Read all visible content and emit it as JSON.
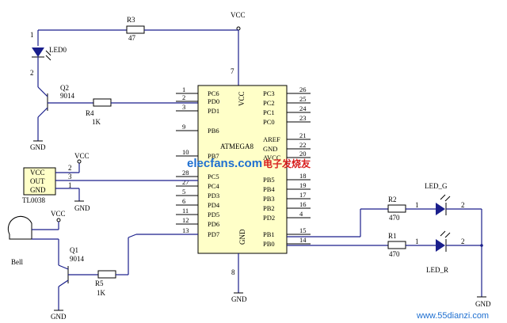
{
  "supply": {
    "vcc": "VCC",
    "gnd": "GND"
  },
  "mcu": {
    "name": "ATMEGA8",
    "vcc_label": "VCC",
    "vcc_pin": "7",
    "gnd_label": "GND",
    "gnd_pin": "8",
    "left_pins": [
      {
        "num": "1",
        "name": "PC6"
      },
      {
        "num": "2",
        "name": "PD0"
      },
      {
        "num": "3",
        "name": "PD1"
      },
      {
        "num": "9",
        "name": "PB6"
      },
      {
        "num": "10",
        "name": "PB7"
      },
      {
        "num": "28",
        "name": "PC5"
      },
      {
        "num": "27",
        "name": "PC4"
      },
      {
        "num": "5",
        "name": "PD3"
      },
      {
        "num": "6",
        "name": "PD4"
      },
      {
        "num": "11",
        "name": "PD5"
      },
      {
        "num": "12",
        "name": "PD6"
      },
      {
        "num": "13",
        "name": "PD7"
      }
    ],
    "right_pins": [
      {
        "num": "26",
        "name": "PC3"
      },
      {
        "num": "25",
        "name": "PC2"
      },
      {
        "num": "24",
        "name": "PC1"
      },
      {
        "num": "23",
        "name": "PC0"
      },
      {
        "num": "21",
        "name": "AREF"
      },
      {
        "num": "22",
        "name": "GND"
      },
      {
        "num": "20",
        "name": "AVCC"
      },
      {
        "num": "18",
        "name": "PB5"
      },
      {
        "num": "19",
        "name": "PB4"
      },
      {
        "num": "17",
        "name": "PB3"
      },
      {
        "num": "16",
        "name": "PB2"
      },
      {
        "num": "4",
        "name": "PD2"
      },
      {
        "num": "15",
        "name": "PB1"
      },
      {
        "num": "14",
        "name": "PB0"
      }
    ]
  },
  "parts": {
    "r3": {
      "ref": "R3",
      "value": "47"
    },
    "led0": {
      "ref": "LED0",
      "pin1": "1",
      "pin2": "2"
    },
    "q2": {
      "ref": "Q2",
      "type": "9014"
    },
    "r4": {
      "ref": "R4",
      "value": "1K"
    },
    "sensor": {
      "ref": "TL0038",
      "pins": [
        "VCC",
        "OUT",
        "GND"
      ],
      "nums": [
        "2",
        "3",
        "1"
      ]
    },
    "bell": {
      "ref": "Bell"
    },
    "q1": {
      "ref": "Q1",
      "type": "9014"
    },
    "r5": {
      "ref": "R5",
      "value": "1K"
    },
    "r2": {
      "ref": "R2",
      "value": "470",
      "pin": "1"
    },
    "r1": {
      "ref": "R1",
      "value": "470",
      "pin": "1"
    },
    "led_g": {
      "ref": "LED_G",
      "pin": "2"
    },
    "led_r": {
      "ref": "LED_R",
      "pin": "2"
    }
  },
  "watermarks": {
    "center": "elecfans.com",
    "center_cn": "电子发烧友",
    "corner": "www.55dianzi.com"
  },
  "colors": {
    "wire": "#1a1f8c",
    "chip": "#ffffc8",
    "watermark_blue": "#1e6fd0",
    "watermark_red": "#d81e1e"
  }
}
